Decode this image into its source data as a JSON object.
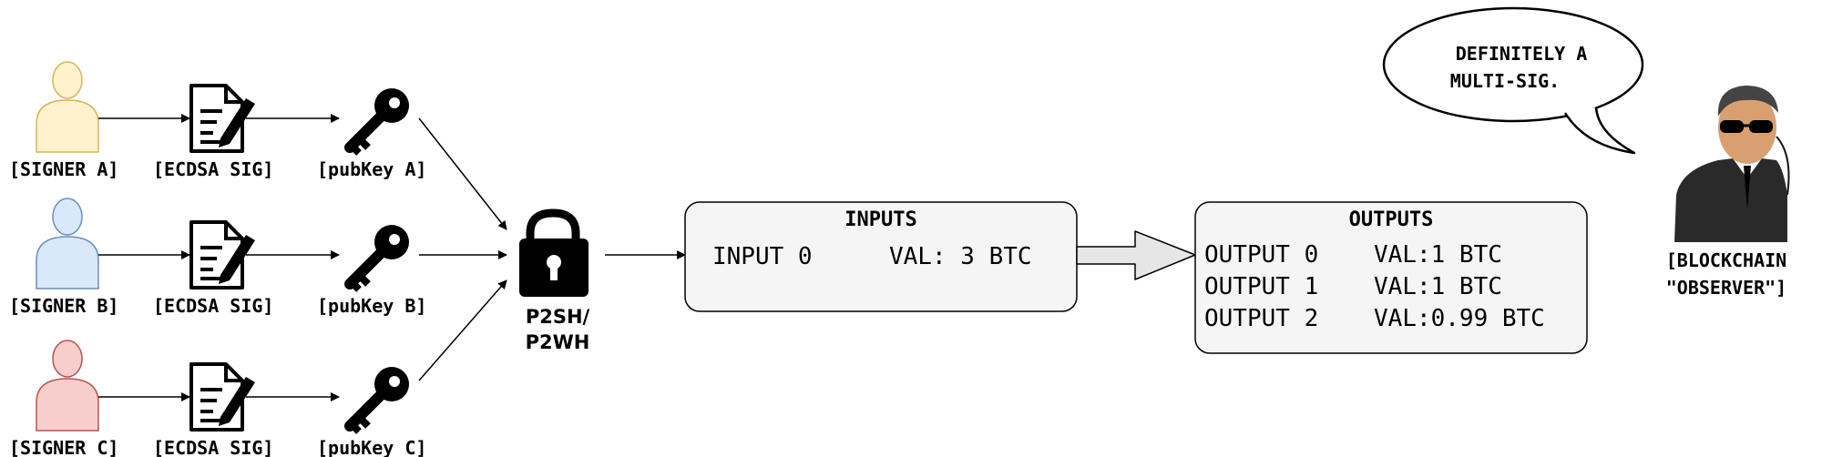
{
  "signers": [
    {
      "label": "[SIGNER A]",
      "sig_label": "[ECDSA SIG]",
      "key_label": "[pubKey A]",
      "fill": "#fff2cc",
      "stroke": "#d6b656"
    },
    {
      "label": "[SIGNER B]",
      "sig_label": "[ECDSA SIG]",
      "key_label": "[pubKey B]",
      "fill": "#dae8fc",
      "stroke": "#6c8ebf"
    },
    {
      "label": "[SIGNER C]",
      "sig_label": "[ECDSA SIG]",
      "key_label": "[pubKey C]",
      "fill": "#f8cecc",
      "stroke": "#b85450"
    }
  ],
  "lock": {
    "line1": "P2SH/",
    "line2": "P2WH",
    "icon": "unlocked-padlock-icon"
  },
  "inputs": {
    "title": "INPUTS",
    "rows": [
      {
        "name": "INPUT 0",
        "value": "VAL: 3 BTC"
      }
    ]
  },
  "outputs": {
    "title": "OUTPUTS",
    "rows": [
      {
        "name": "OUTPUT 0",
        "value": "VAL:1 BTC"
      },
      {
        "name": "OUTPUT 1",
        "value": "VAL:1 BTC"
      },
      {
        "name": "OUTPUT 2",
        "value": "VAL:0.99 BTC"
      }
    ]
  },
  "observer": {
    "speech_line1": "DEFINITELY A",
    "speech_line2": "MULTI-SIG.",
    "label_line1": "[BLOCKCHAIN",
    "label_line2": "\"OBSERVER\"]",
    "icon": "spy-agent-icon"
  },
  "colors": {
    "box_fill": "#f5f5f5",
    "box_stroke": "#000000",
    "arrow_fill": "#e6e6e6"
  }
}
